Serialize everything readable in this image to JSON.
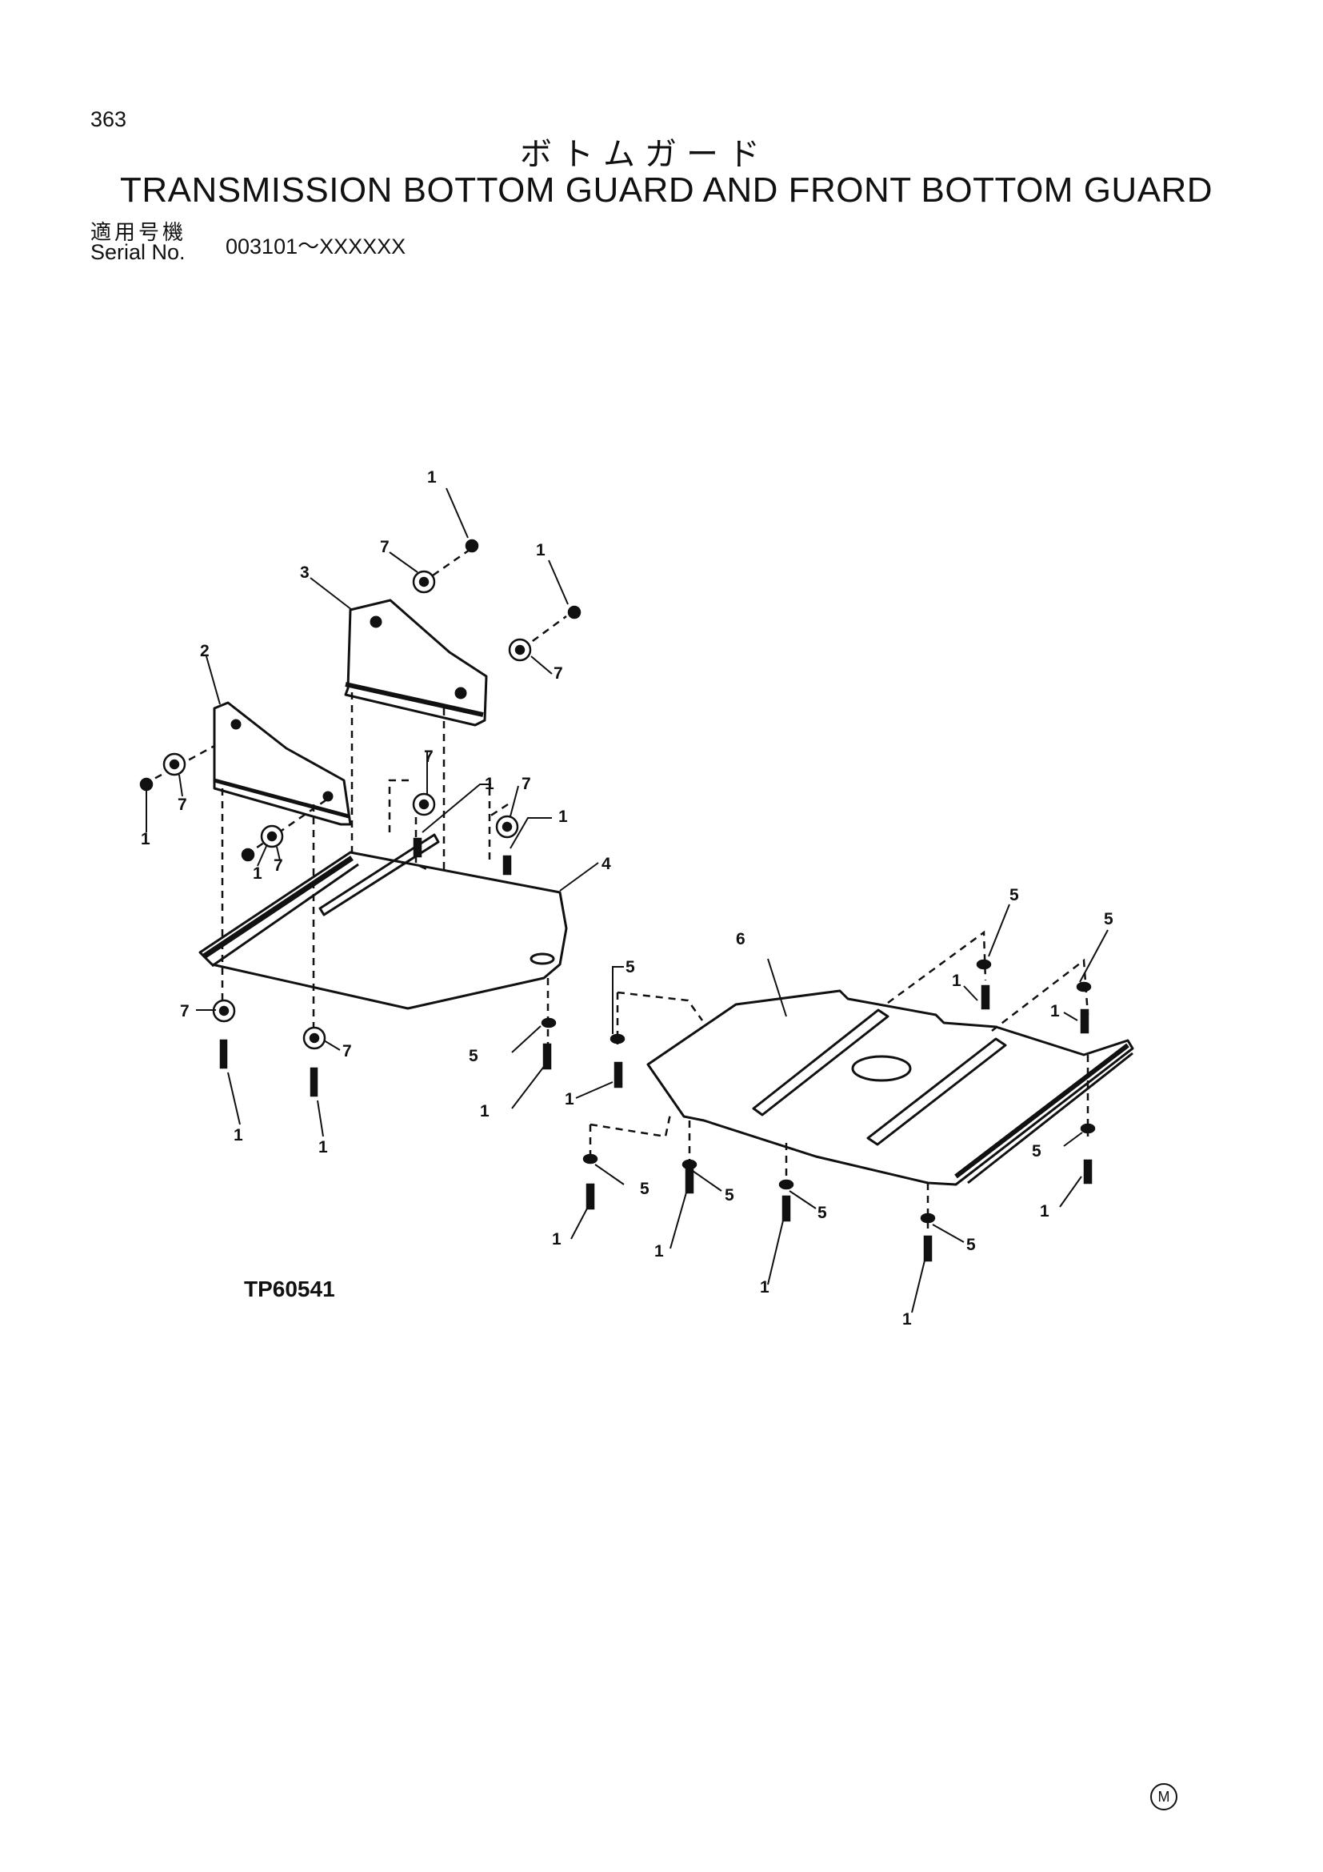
{
  "header": {
    "page_number": "363",
    "title_japanese": "ボトムガード",
    "title_english": "TRANSMISSION BOTTOM GUARD AND FRONT BOTTOM GUARD",
    "serial_label_japanese": "適用号機",
    "serial_label_english": "Serial No.",
    "serial_range": "003101～XXXXXX"
  },
  "diagram": {
    "drawing_id": "TP60541",
    "corner_mark": "M",
    "callouts": {
      "c1": "1",
      "c2": "2",
      "c3": "3",
      "c4": "4",
      "c5": "5",
      "c6": "6",
      "c7": "7"
    }
  }
}
